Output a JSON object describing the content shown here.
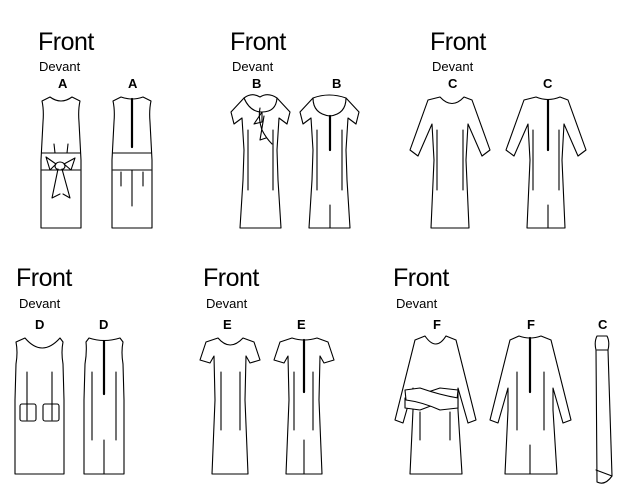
{
  "groups": [
    {
      "front": "Front",
      "devant": "Devant",
      "views": [
        "A",
        "A"
      ]
    },
    {
      "front": "Front",
      "devant": "Devant",
      "views": [
        "B",
        "B"
      ]
    },
    {
      "front": "Front",
      "devant": "Devant",
      "views": [
        "C",
        "C"
      ]
    },
    {
      "front": "Front",
      "devant": "Devant",
      "views": [
        "D",
        "D"
      ]
    },
    {
      "front": "Front",
      "devant": "Devant",
      "views": [
        "E",
        "E"
      ]
    },
    {
      "front": "Front",
      "devant": "Devant",
      "views": [
        "F",
        "F",
        "C"
      ]
    }
  ],
  "garments": [
    {
      "view": "A",
      "side": "front",
      "sleeve": "sleeveless",
      "detail": "waist tie bow"
    },
    {
      "view": "A",
      "side": "back",
      "sleeve": "sleeveless",
      "detail": "center back zipper"
    },
    {
      "view": "B",
      "side": "front",
      "sleeve": "short",
      "detail": "collar with bow"
    },
    {
      "view": "B",
      "side": "back",
      "sleeve": "short",
      "detail": "collar"
    },
    {
      "view": "C",
      "side": "front",
      "sleeve": "elbow",
      "detail": "plain"
    },
    {
      "view": "C",
      "side": "back",
      "sleeve": "elbow",
      "detail": "center back zipper"
    },
    {
      "view": "D",
      "side": "front",
      "sleeve": "sleeveless",
      "detail": "patch pockets"
    },
    {
      "view": "D",
      "side": "back",
      "sleeve": "sleeveless",
      "detail": "center back zipper"
    },
    {
      "view": "E",
      "side": "front",
      "sleeve": "cap",
      "detail": "plain"
    },
    {
      "view": "E",
      "side": "back",
      "sleeve": "cap",
      "detail": "center back zipper"
    },
    {
      "view": "F",
      "side": "front",
      "sleeve": "long",
      "detail": "crossed sash"
    },
    {
      "view": "F",
      "side": "back",
      "sleeve": "long",
      "detail": "center back zipper"
    },
    {
      "view": "C",
      "side": "front",
      "sleeve": "none",
      "detail": "sash piece"
    }
  ]
}
